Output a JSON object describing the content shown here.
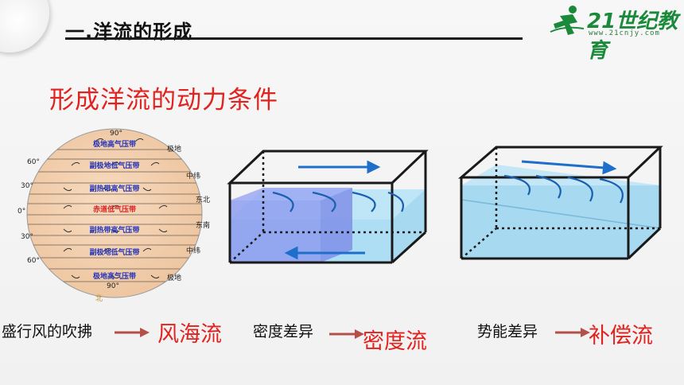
{
  "header": {
    "title": "一.洋流的形成",
    "logo_text": "21世纪教育",
    "logo_url": "www.21cnjy.com"
  },
  "subtitle": "形成洋流的动力条件",
  "globe": {
    "lat_top": "90°",
    "lat_60n": "60°",
    "lat_30n": "30°",
    "lat_0": "0°",
    "lat_30s": "30°",
    "lat_60s": "60°",
    "lat_bottom": "90°",
    "bands": [
      "极地高气压带",
      "副极地低气压带",
      "副热带高气压带",
      "赤道低气压带",
      "副热带高气压带",
      "副极地低气压带",
      "极地高气压带"
    ],
    "right_labels": [
      "极地",
      "中纬",
      "东北",
      "东南",
      "中纬",
      "极地"
    ],
    "bottom_partial": "北"
  },
  "captions": [
    {
      "cause": "盛行风的吹拂",
      "result": "风海流"
    },
    {
      "cause": "密度差异",
      "result": "密度流"
    },
    {
      "cause": "势能差异",
      "result": "补偿流"
    }
  ],
  "colors": {
    "accent_red": "#e2221e",
    "arrow_brown": "#b4504a",
    "water_blue": "#8fd0ee",
    "dense_blue": "#8e9ef0",
    "current_blue": "#1e6fcc"
  }
}
